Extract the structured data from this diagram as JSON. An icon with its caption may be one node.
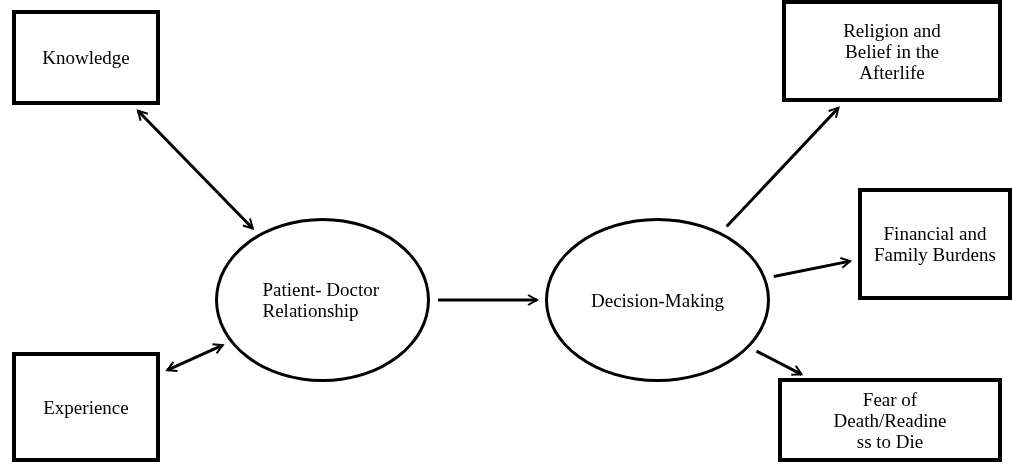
{
  "diagram": {
    "nodes": [
      {
        "text": [
          "Knowledge"
        ]
      },
      {
        "text": [
          "Experience"
        ]
      },
      {
        "text": [
          "Patient- Doctor Relationship"
        ]
      },
      {
        "text": [
          "Decision-Making"
        ]
      },
      {
        "text": [
          "Religion and Belief in the Afterlife"
        ]
      },
      {
        "text": [
          "Financial and Family Burdens"
        ]
      },
      {
        "text": [
          "Fear of Death/Readine ss to Die"
        ]
      }
    ],
    "edges": [
      {
        "from": 0,
        "to": 2,
        "arrow": "both"
      },
      {
        "from": 1,
        "to": 2,
        "arrow": "both"
      },
      {
        "from": 2,
        "to": 3,
        "arrow": "to"
      },
      {
        "from": 3,
        "to": 4,
        "arrow": "to"
      },
      {
        "from": 3,
        "to": 5,
        "arrow": "to"
      },
      {
        "from": 3,
        "to": 6,
        "arrow": "to"
      }
    ]
  }
}
